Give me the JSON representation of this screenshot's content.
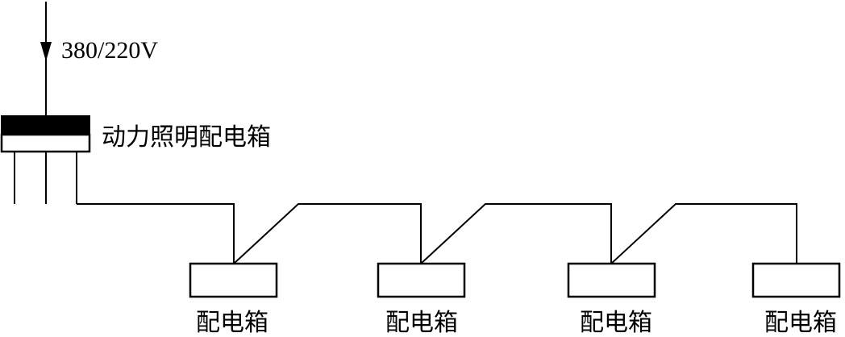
{
  "supply": {
    "voltage_label": "380/220V"
  },
  "main_panel": {
    "label": "动力照明配电箱"
  },
  "sub_panels": [
    {
      "label": "配电箱"
    },
    {
      "label": "配电箱"
    },
    {
      "label": "配电箱"
    },
    {
      "label": "配电箱"
    }
  ],
  "colors": {
    "line": "#000000",
    "panel_fill_dark": "#000000",
    "background": "#ffffff"
  }
}
